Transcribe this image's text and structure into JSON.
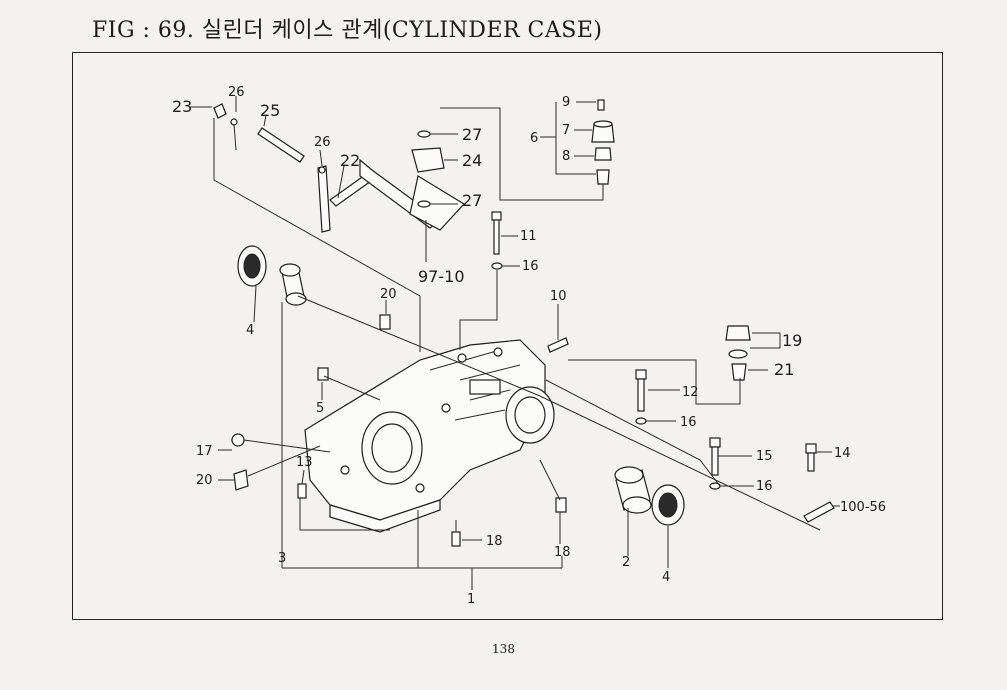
{
  "figure": {
    "title": "FIG : 69. 실린더 케이스 관계(CYLINDER CASE)",
    "page_number": "138"
  },
  "callouts": {
    "p1": "1",
    "p2": "2",
    "p3": "3",
    "p4a": "4",
    "p4b": "4",
    "p5": "5",
    "p6": "6",
    "p7": "7",
    "p8": "8",
    "p9": "9",
    "p10": "10",
    "p11": "11",
    "p12": "12",
    "p13": "13",
    "p14": "14",
    "p15": "15",
    "p16a": "16",
    "p16b": "16",
    "p16c": "16",
    "p17": "17",
    "p18a": "18",
    "p18b": "18",
    "p19": "19",
    "p20a": "20",
    "p20b": "20",
    "p21": "21",
    "p22": "22",
    "p23": "23",
    "p24": "24",
    "p25": "25",
    "p26a": "26",
    "p26b": "26",
    "p27a": "27",
    "p27b": "27",
    "ref_97_10": "97-10",
    "ref_100_56": "100-56"
  }
}
